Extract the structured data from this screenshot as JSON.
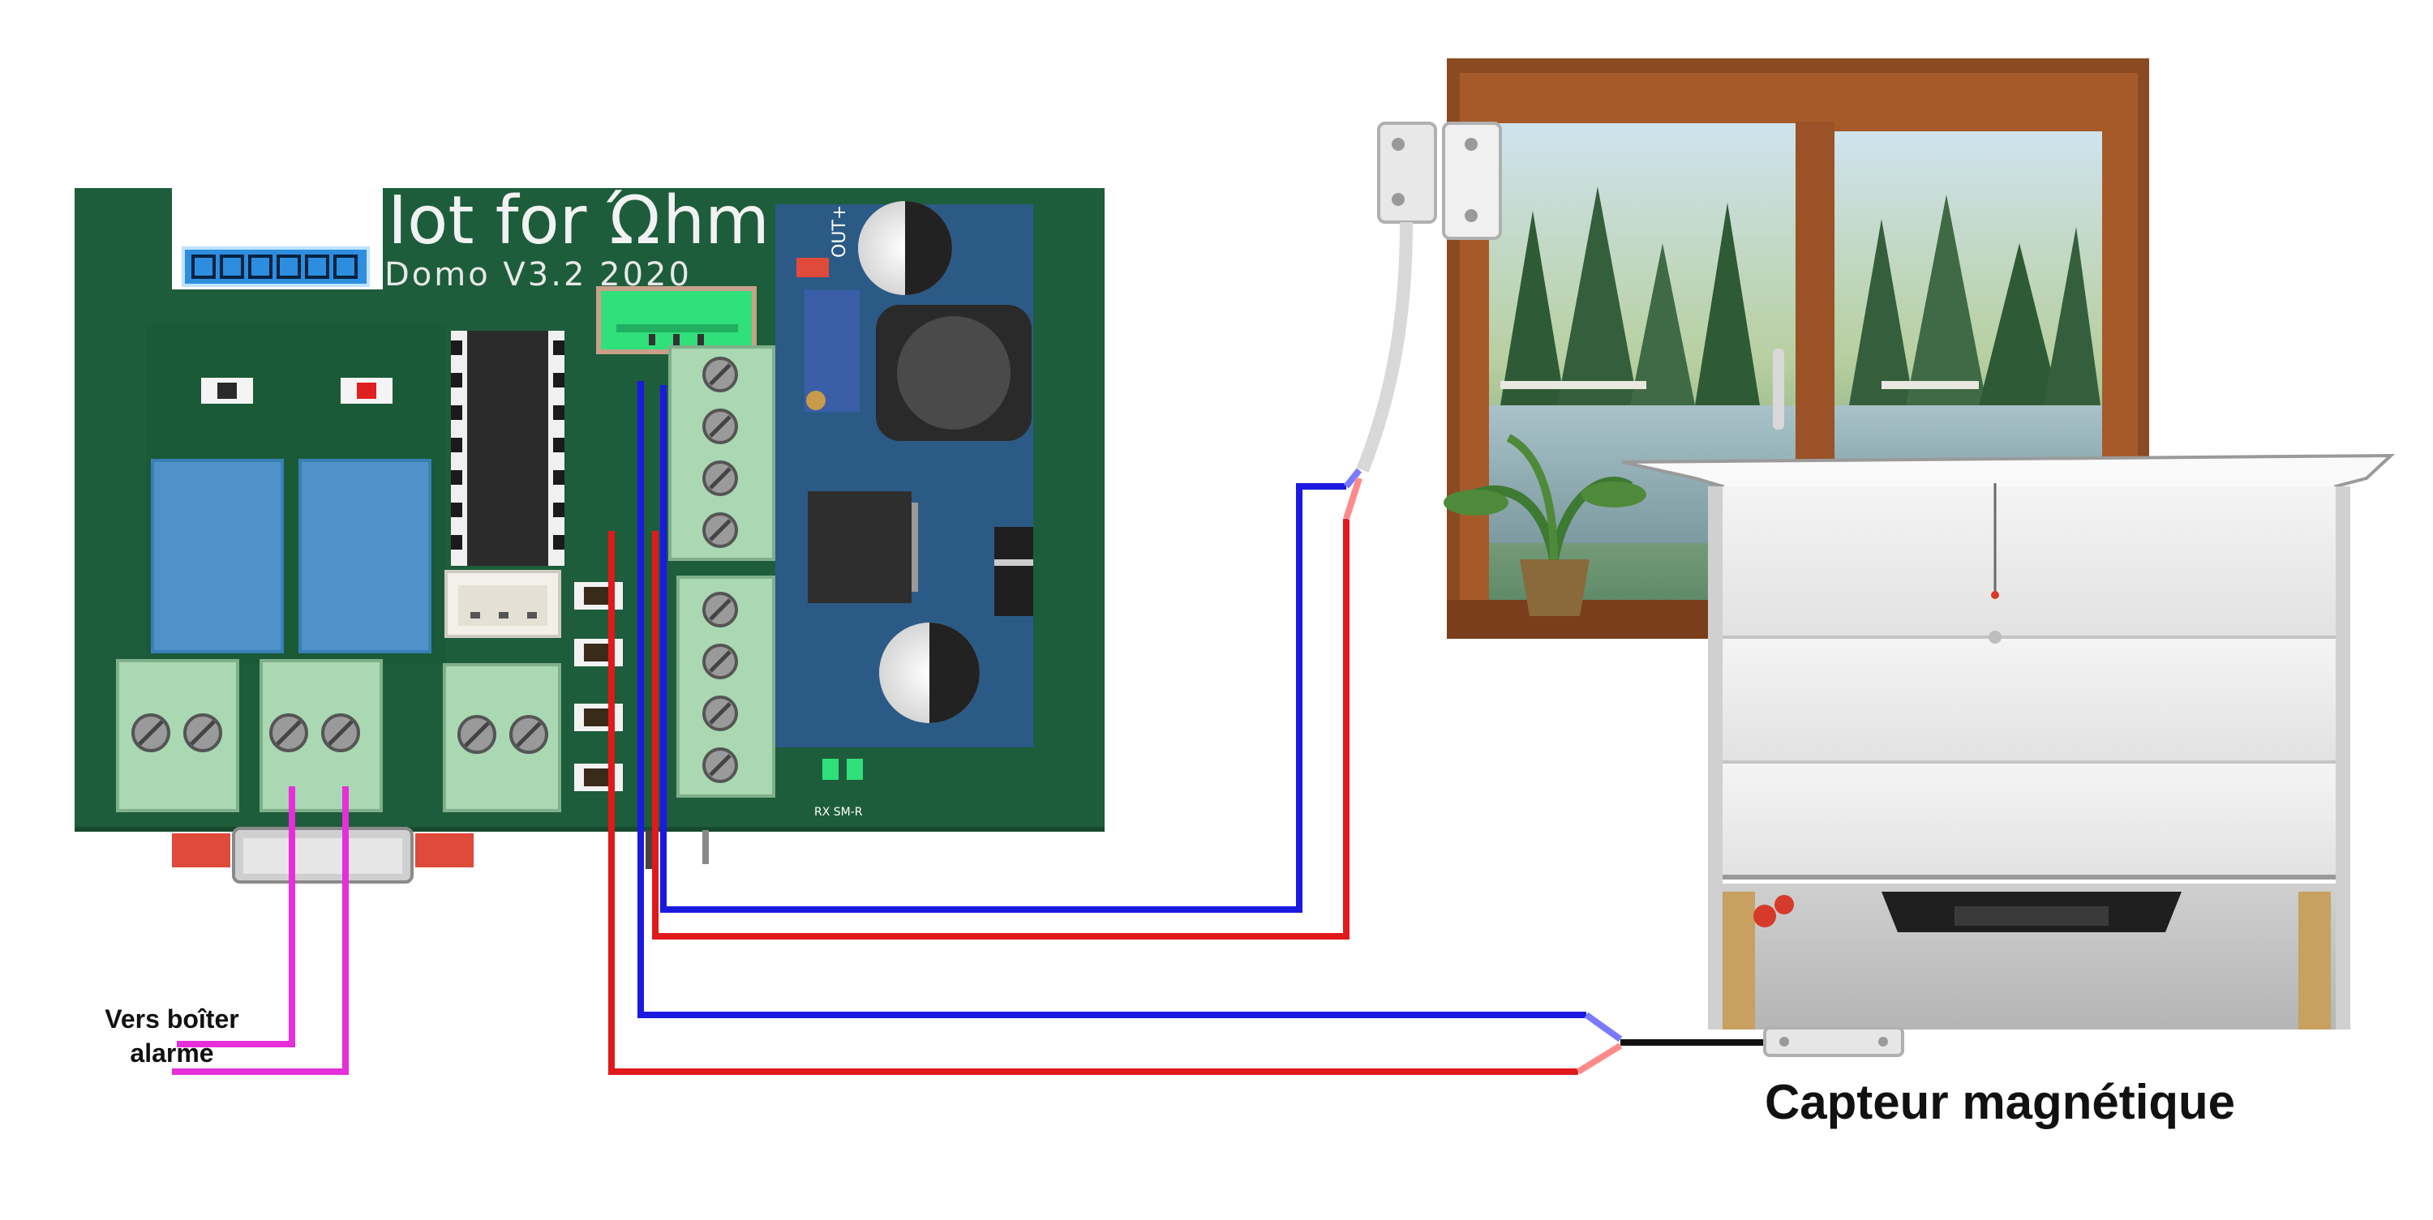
{
  "board": {
    "title": "Iot for Ώhm",
    "subtitle": "Domo  V3.2  2020",
    "module_label": "OUT+",
    "led_labels": "RX  SM-R"
  },
  "labels": {
    "alarm_line1": "Vers boîter",
    "alarm_line2": "alarme",
    "sensor_caption": "Capteur magnétique"
  },
  "colors": {
    "pcb_green": "#1d5d3b",
    "module_blue": "#2b5a86",
    "wire_blue": "#1a1ae0",
    "wire_red": "#e01a1a",
    "wire_magenta": "#e62fd8",
    "wood_frame": "#8a4a22"
  },
  "icons": [
    "window-icon",
    "garage-door-icon",
    "reed-switch-icon",
    "car-icon"
  ]
}
